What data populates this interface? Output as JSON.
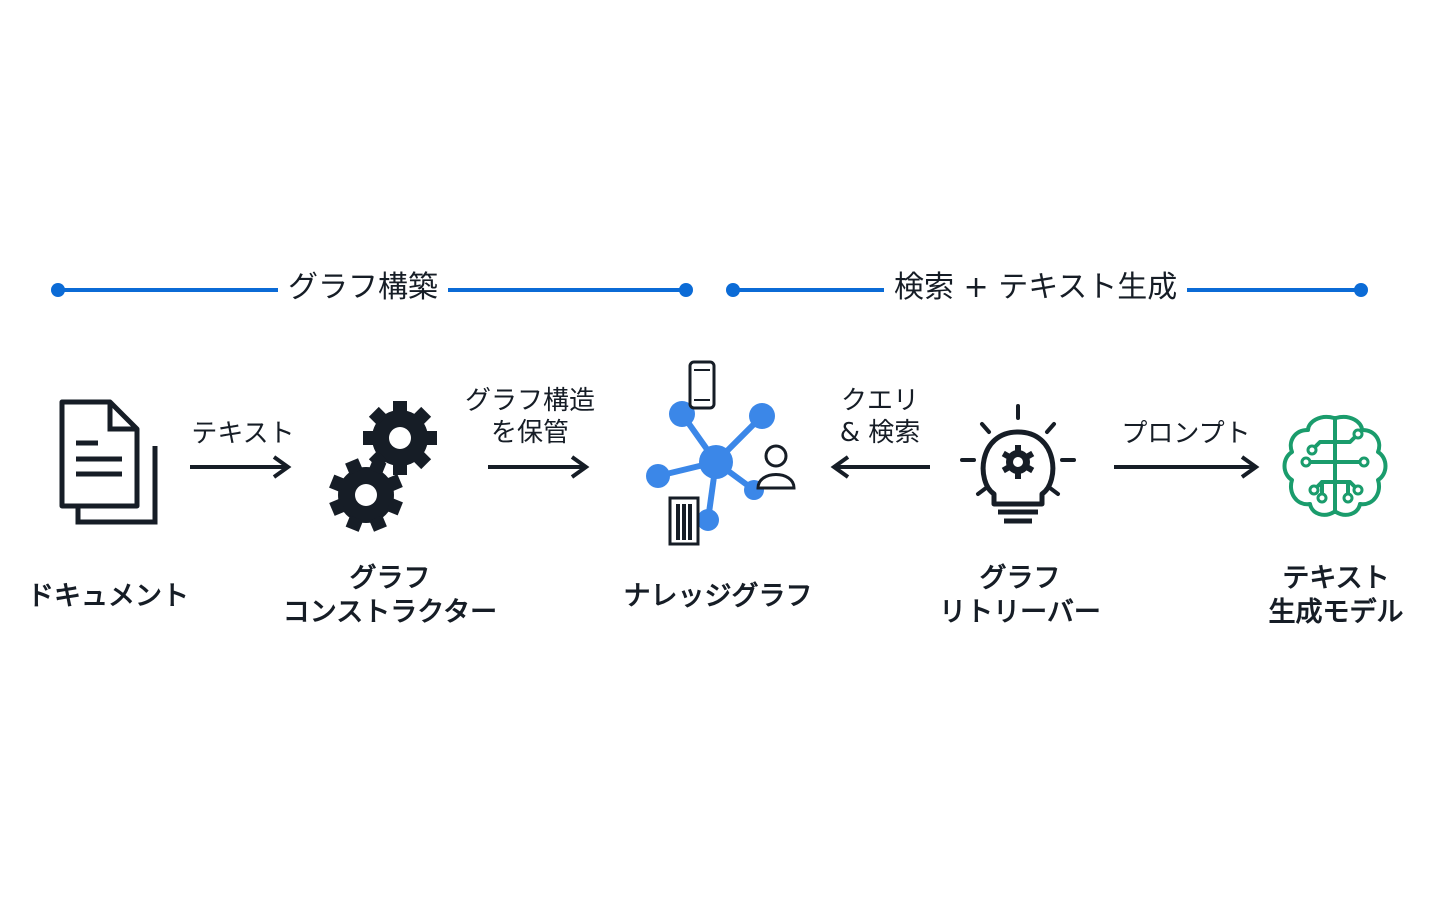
{
  "phases": [
    {
      "label": "グラフ構築",
      "color": "#0b6bd6"
    },
    {
      "label": "検索 + テキスト生成",
      "color": "#0b6bd6"
    }
  ],
  "edges": [
    {
      "label": "テキスト",
      "direction": "right"
    },
    {
      "label_line1": "グラフ構造",
      "label_line2": "を保管",
      "direction": "right"
    },
    {
      "label_line1": "クエリ",
      "label_line2": "& 検索",
      "direction": "left"
    },
    {
      "label": "プロンプト",
      "direction": "right"
    }
  ],
  "nodes": [
    {
      "label": "ドキュメント",
      "icon": "documents-icon"
    },
    {
      "label_line1": "グラフ",
      "label_line2": "コンストラクター",
      "icon": "gears-icon"
    },
    {
      "label": "ナレッジグラフ",
      "icon": "knowledge-graph-icon",
      "accent": "#3b87e8"
    },
    {
      "label_line1": "グラフ",
      "label_line2": "リトリーバー",
      "icon": "lightbulb-gear-icon"
    },
    {
      "label_line1": "テキスト",
      "label_line2": "生成モデル",
      "icon": "brain-circuit-icon",
      "accent": "#1a9c6c"
    }
  ],
  "colors": {
    "ink": "#161d26",
    "line": "#0b6bd6"
  }
}
